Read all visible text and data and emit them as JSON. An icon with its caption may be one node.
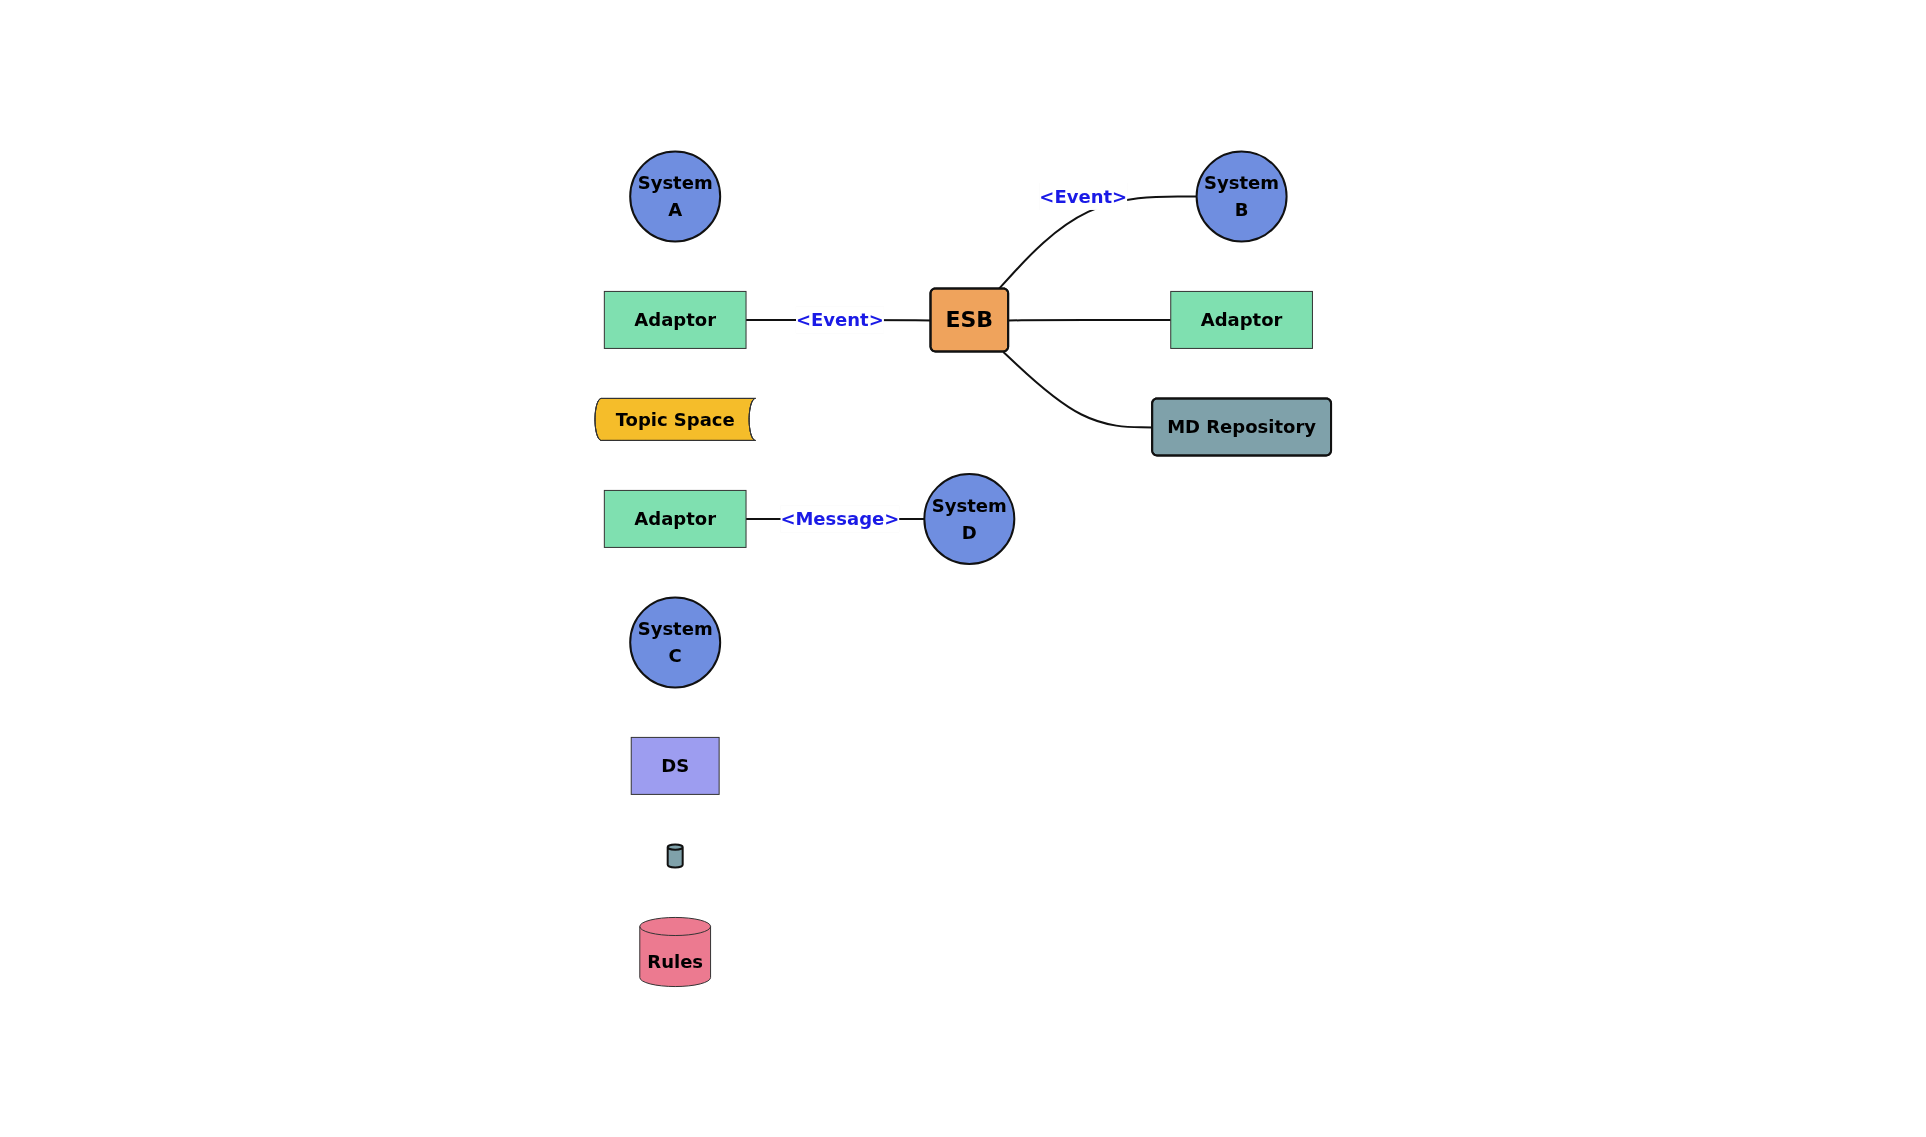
{
  "diagram": {
    "nodes": [
      {
        "text": [
          "System",
          "A"
        ]
      },
      {
        "text": [
          "Adaptor"
        ]
      },
      {
        "text": [
          "Topic Space"
        ]
      },
      {
        "text": [
          "ESB"
        ]
      },
      {
        "text": [
          "Adaptor"
        ]
      },
      {
        "text": [
          "System",
          "B"
        ]
      },
      {
        "text": [
          "Adaptor"
        ]
      },
      {
        "text": [
          "System",
          "C"
        ]
      },
      {
        "text": [
          "System",
          "D"
        ]
      },
      {
        "text": [
          "MD Repository"
        ]
      },
      {
        "text": [
          "DS"
        ]
      },
      {
        "text": [],
        "shape": "cylinder"
      },
      {
        "text": [
          "Rules"
        ]
      }
    ],
    "edges": [
      {
        "from": 1,
        "to": 3,
        "label": "<Event>",
        "arrow": "none"
      },
      {
        "from": 3,
        "to": 5,
        "label": "<Event>",
        "arrow": "none"
      },
      {
        "from": 3,
        "to": 6,
        "arrow": "none"
      },
      {
        "from": 4,
        "to": 8,
        "label": "<Message>",
        "arrow": "none"
      },
      {
        "from": 3,
        "to": 9,
        "arrow": "none"
      }
    ]
  }
}
